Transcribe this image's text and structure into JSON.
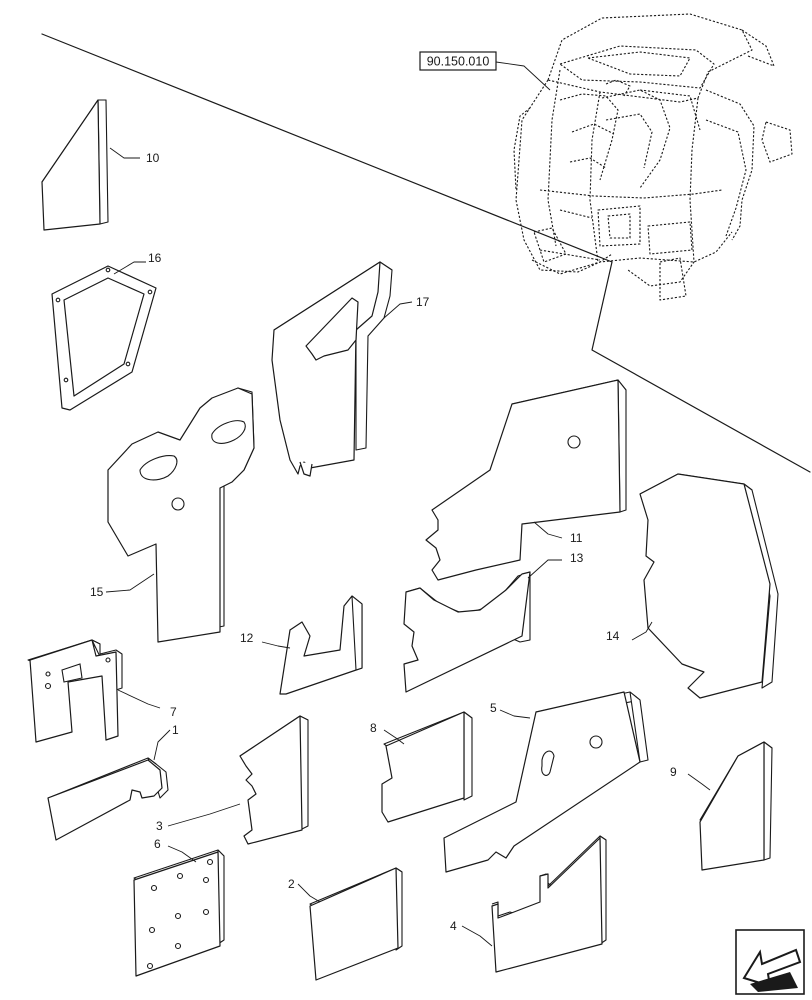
{
  "reference": {
    "code": "90.150.010"
  },
  "callouts": [
    "1",
    "2",
    "3",
    "4",
    "5",
    "6",
    "7",
    "8",
    "9",
    "10",
    "11",
    "12",
    "13",
    "14",
    "15",
    "16",
    "17"
  ],
  "icons": {
    "corner": "navigation-arrow-icon"
  }
}
